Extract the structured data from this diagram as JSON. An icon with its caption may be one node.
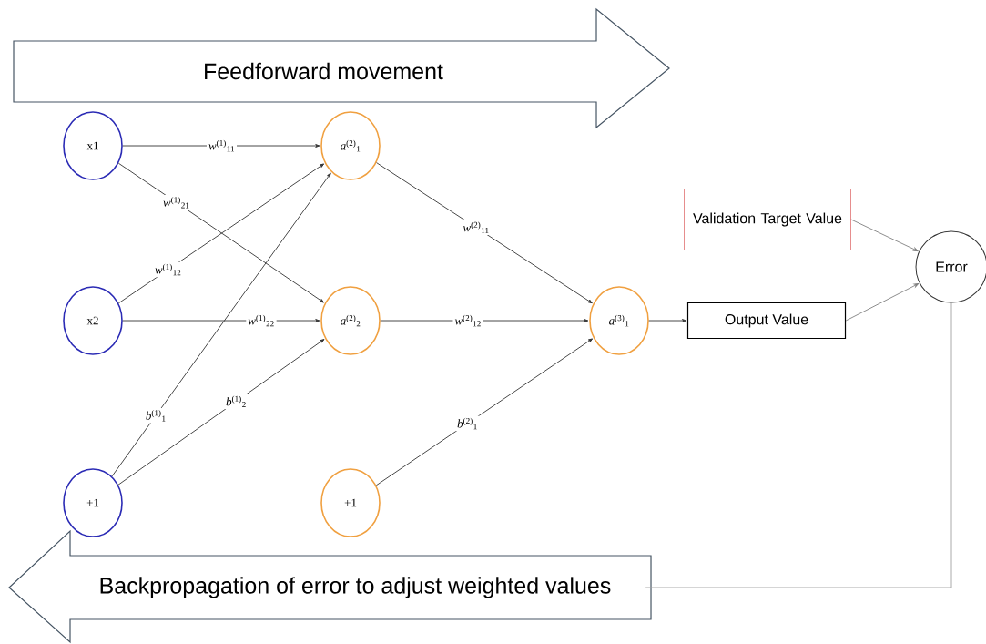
{
  "diagram": {
    "nodes": [
      {
        "text": [
          "Feedforward movement"
        ]
      },
      {
        "text": [
          "x1"
        ]
      },
      {
        "text": [
          "x2"
        ]
      },
      {
        "text": [
          "+1"
        ]
      },
      {
        "text": [
          "*a*$^{(2)}$$_{1}$"
        ]
      },
      {
        "text": [
          "*a*$^{(2)}$$_{2}$"
        ]
      },
      {
        "text": [
          "+1"
        ]
      },
      {
        "text": [
          "*a*$^{(3)}$$_{1}$"
        ]
      },
      {
        "text": [
          "Validation Target Value"
        ]
      },
      {
        "text": [
          "Output Value"
        ]
      },
      {
        "text": [
          "Error"
        ]
      },
      {
        "text": [
          "Backpropagation of error to adjust weighted values"
        ]
      }
    ],
    "edges": [
      {
        "from": 1,
        "to": 4,
        "arrow": "to",
        "label": "*w*$^{(1)}$$_{11}$"
      },
      {
        "from": 1,
        "to": 5,
        "arrow": "to",
        "label": "*w*$^{(1)}$$_{21}$"
      },
      {
        "from": 2,
        "to": 4,
        "arrow": "to",
        "label": "*w*$^{(1)}$$_{12}$"
      },
      {
        "from": 2,
        "to": 5,
        "arrow": "to",
        "label": "*w*$^{(1)}$$_{22}$"
      },
      {
        "from": 3,
        "to": 4,
        "arrow": "to",
        "label": "*b*$^{(1)}$$_{1}$"
      },
      {
        "from": 3,
        "to": 5,
        "arrow": "to",
        "label": "*b*$^{(1)}$$_{2}$"
      },
      {
        "from": 4,
        "to": 7,
        "arrow": "to",
        "label": "*w*$^{(2)}$$_{11}$"
      },
      {
        "from": 5,
        "to": 7,
        "arrow": "to",
        "label": "*w*$^{(2)}$$_{12}$"
      },
      {
        "from": 6,
        "to": 7,
        "arrow": "to",
        "label": "*b*$^{(2)}$$_{1}$"
      },
      {
        "from": 7,
        "to": 9,
        "arrow": "to"
      },
      {
        "from": 8,
        "to": 10,
        "arrow": "to",
        "color": "#808080"
      },
      {
        "from": 9,
        "to": 10,
        "arrow": "to",
        "color": "#808080"
      },
      {
        "from": 10,
        "to": 11,
        "arrow": "none",
        "color": "#a0a0a0"
      }
    ]
  }
}
